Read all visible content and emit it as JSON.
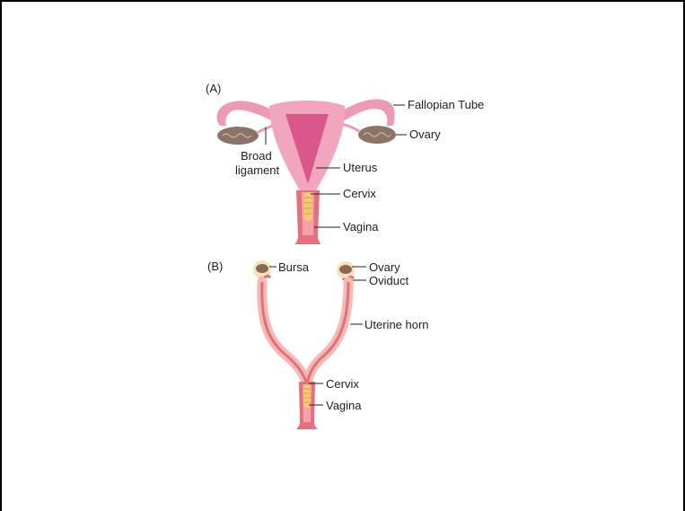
{
  "panel_a": {
    "label": "(A)",
    "fallopian_tube": "Fallopian Tube",
    "ovary": "Ovary",
    "broad_line1": "Broad",
    "broad_line2": "ligament",
    "uterus": "Uterus",
    "cervix": "Cervix",
    "vagina": "Vagina"
  },
  "panel_b": {
    "label": "(B)",
    "bursa": "Bursa",
    "ovary": "Ovary",
    "oviduct": "Oviduct",
    "uterine_horn": "Uterine horn",
    "cervix": "Cervix",
    "vagina": "Vagina"
  },
  "colors": {
    "uterus_outer": "#f2a6bd",
    "uterus_cavity": "#d9578a",
    "tube": "#ee9ab4",
    "ovary": "#8b7366",
    "cervix": "#f3c978",
    "horn_outer": "#f6b9b2",
    "horn_inner": "#e0707a",
    "bursa": "#f8e2b8"
  }
}
